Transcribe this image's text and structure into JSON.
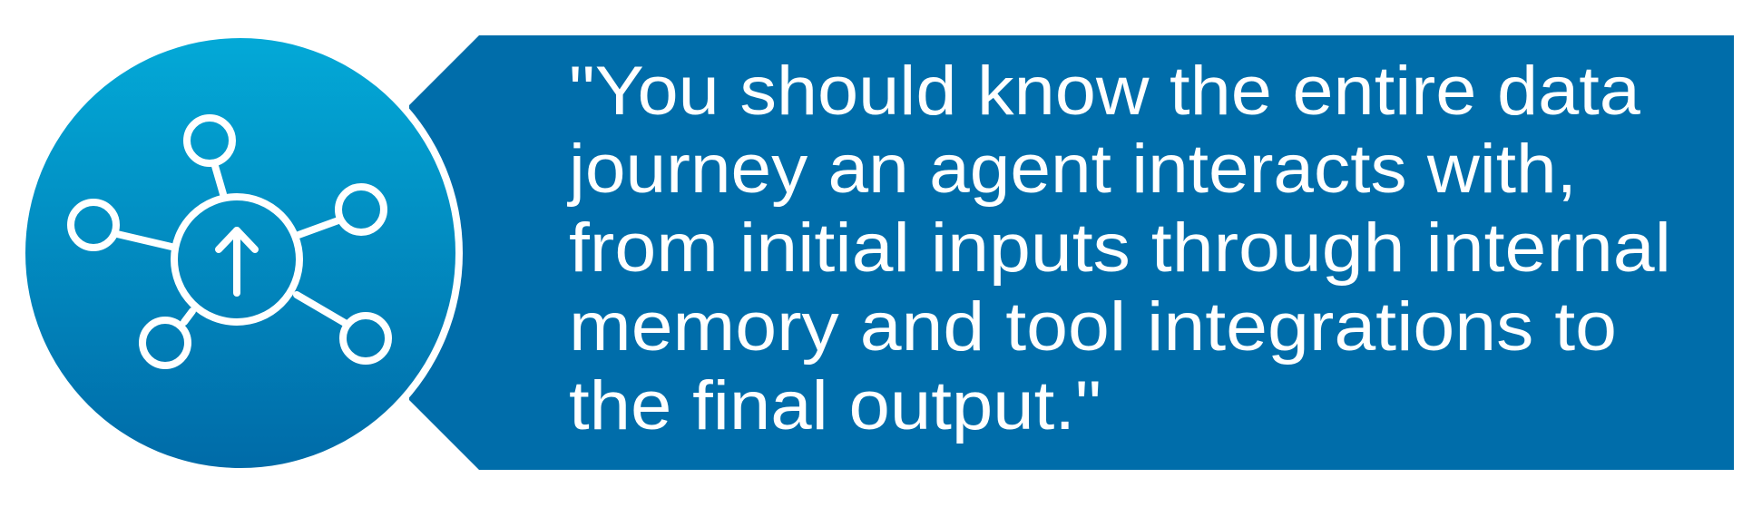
{
  "colors": {
    "circle_gradient_top": "#03A9D7",
    "circle_gradient_bottom": "#006BA8",
    "callout_box": "#006DAA",
    "ring": "#FFFFFF",
    "text": "#FFFFFF",
    "background": "#FFFFFF"
  },
  "icon": {
    "name": "network-hub-upload-icon",
    "description": "central circle with up arrow connected to five satellite nodes"
  },
  "quote": {
    "full_text": "\"You should know the entire data journey an agent interacts with, from initial inputs through internal memory and tool integrations to the final output.\"",
    "lines": [
      "\"You should know the entire data",
      "journey an agent interacts with,",
      "from initial inputs through internal",
      "memory and tool integrations to",
      "the final output.\""
    ]
  }
}
